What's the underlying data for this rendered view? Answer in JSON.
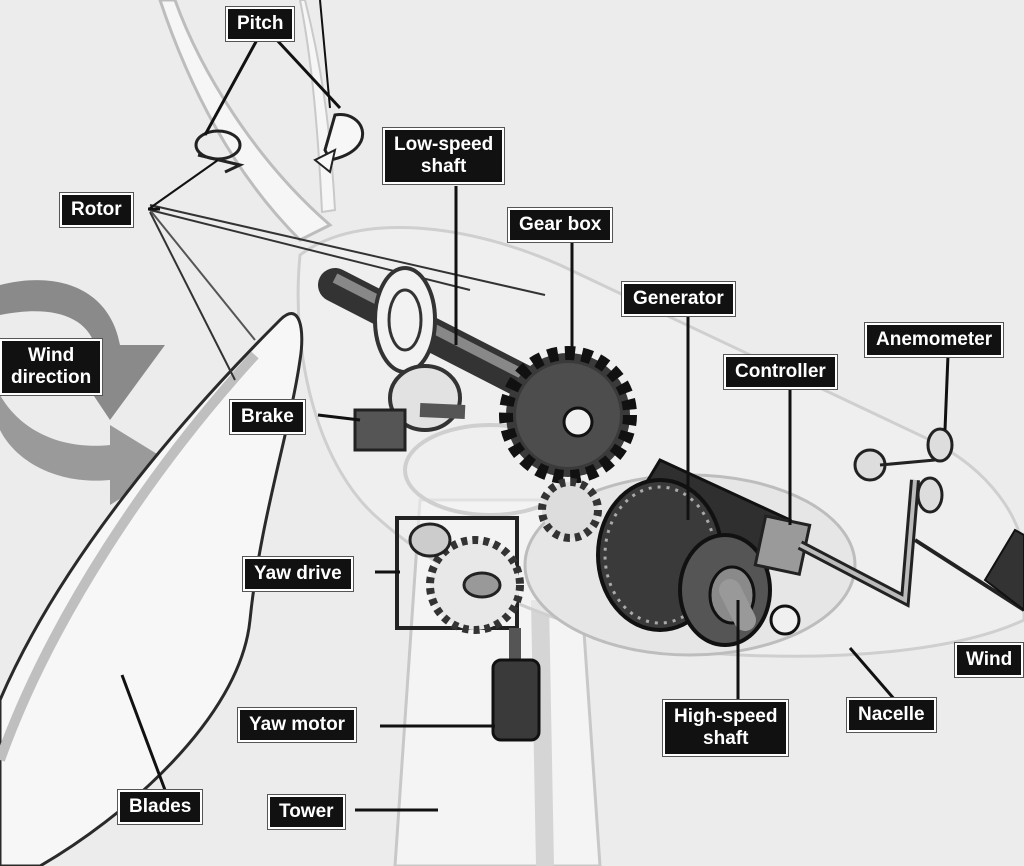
{
  "labels": {
    "pitch": "Pitch",
    "rotor": "Rotor",
    "low_speed_shaft": "Low-speed\nshaft",
    "gear_box": "Gear box",
    "generator": "Generator",
    "anemometer": "Anemometer",
    "controller": "Controller",
    "wind_direction": "Wind\ndirection",
    "brake": "Brake",
    "yaw_drive": "Yaw drive",
    "yaw_motor": "Yaw motor",
    "high_speed_shaft": "High-speed\nshaft",
    "nacelle": "Nacelle",
    "wind_vane": "Wind",
    "blades": "Blades",
    "tower": "Tower"
  },
  "colors": {
    "background": "#ececec",
    "label_bg": "#111111",
    "label_text": "#ffffff",
    "arrow": "#8a8a8a",
    "component_dark": "#333333",
    "component_mid": "#777777"
  }
}
